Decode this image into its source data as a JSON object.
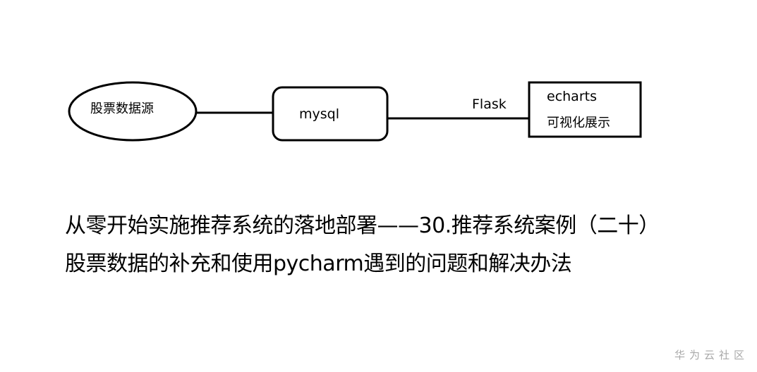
{
  "diagram": {
    "nodes": {
      "source": {
        "label": "股票数据源",
        "shape": "ellipse"
      },
      "mysql": {
        "label": "mysql",
        "shape": "rounded-rect"
      },
      "echarts": {
        "label_line1": "echarts",
        "label_line2": "可视化展示",
        "shape": "rect"
      }
    },
    "edges": {
      "source_to_mysql": {
        "label": ""
      },
      "mysql_to_echarts": {
        "label": "Flask"
      }
    },
    "stroke_color": "#000000"
  },
  "caption": {
    "line1": "从零开始实施推荐系统的落地部署——30.推荐系统案例（二十）",
    "line2": "股票数据的补充和使用pycharm遇到的问题和解决办法"
  },
  "watermark": "华为云社区"
}
